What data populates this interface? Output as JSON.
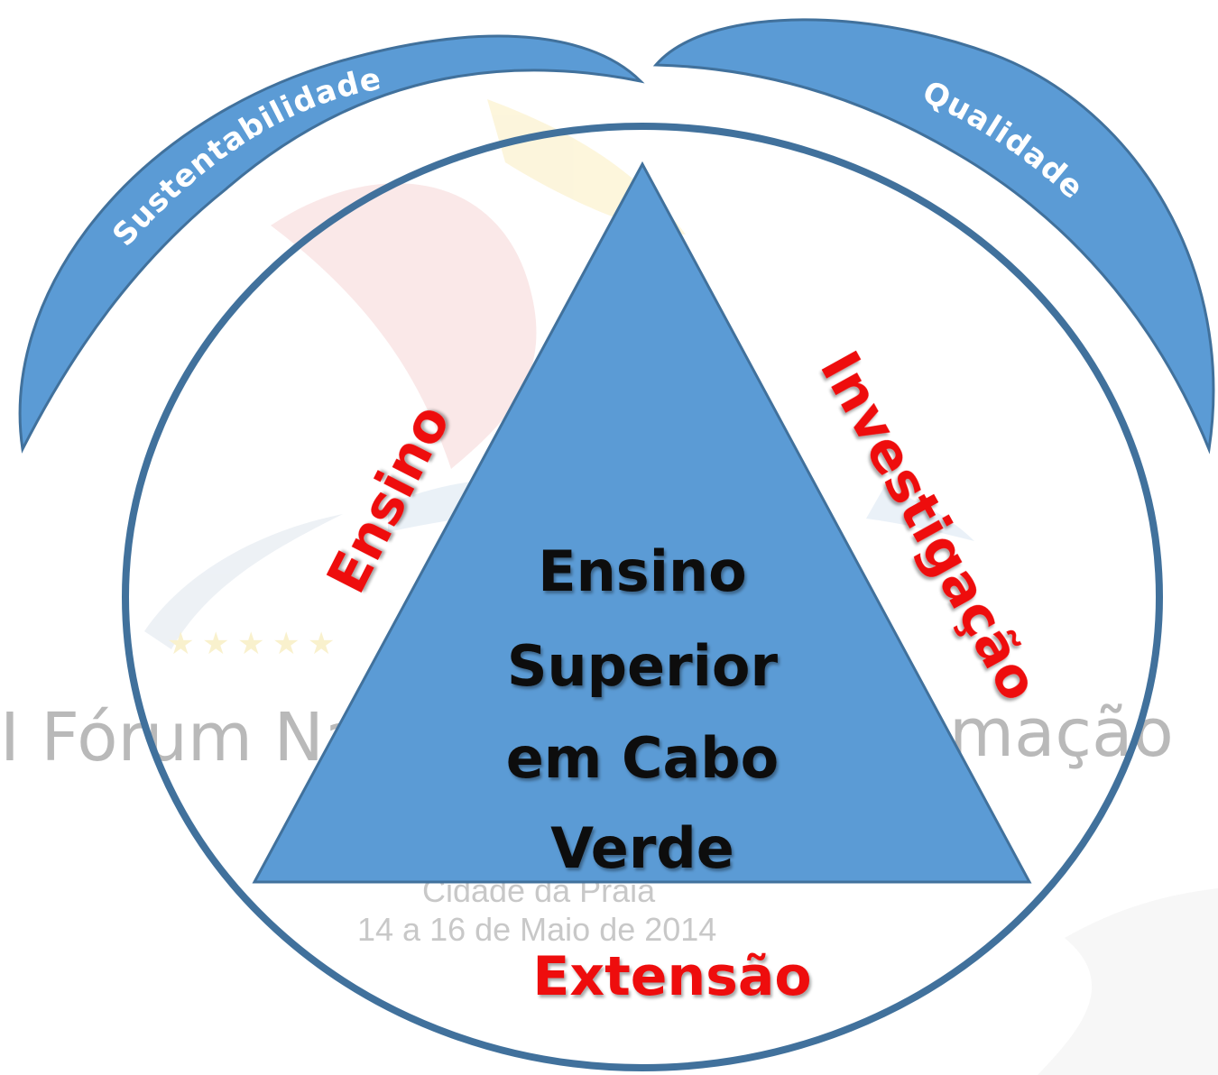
{
  "watermark": {
    "line1_left": "I Fórum Na",
    "line1_right": "mação",
    "line2": "Cidade da Praia",
    "line3": "14 a 16 de Maio de 2014"
  },
  "arcs": {
    "left_label": "Sustentabilidade",
    "right_label": "Qualidade"
  },
  "sides": {
    "left": "Ensino",
    "right": "Investigação",
    "bottom": "Extensão"
  },
  "center": {
    "line1": "Ensino",
    "line2": "Superior",
    "line3": "em Cabo",
    "line4": "Verde"
  },
  "colors": {
    "shape_fill": "#5b9bd5",
    "shape_stroke": "#41719c",
    "circle_stroke": "#41719c",
    "side_text": "#ee1111",
    "center_text": "#111111",
    "arc_text": "#ffffff"
  }
}
